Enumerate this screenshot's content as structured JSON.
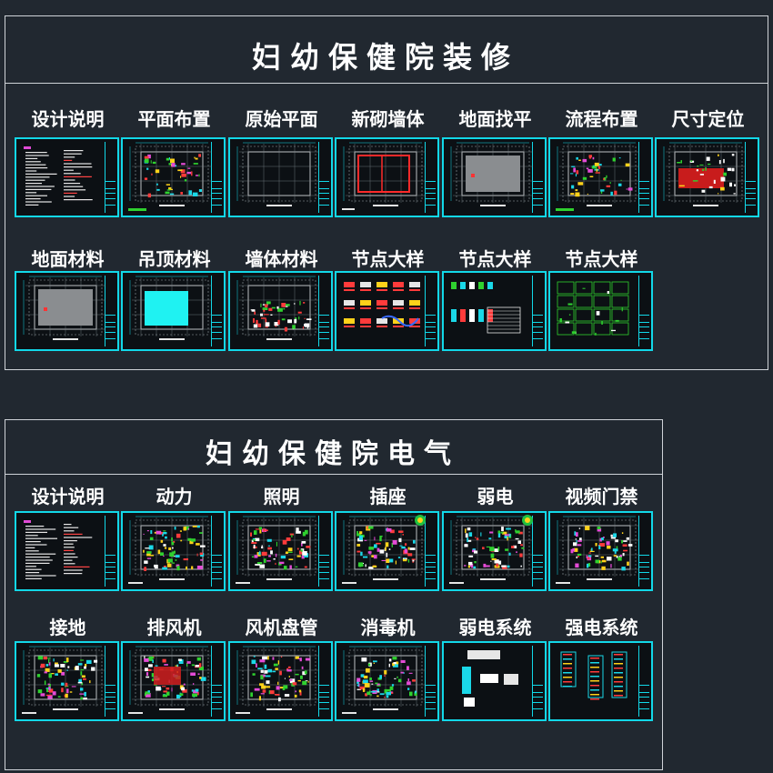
{
  "sections": [
    {
      "title": "妇幼保健院装修",
      "sheets": [
        {
          "label": "设计说明",
          "kind": "notes"
        },
        {
          "label": "平面布置",
          "kind": "plan-furnished"
        },
        {
          "label": "原始平面",
          "kind": "plan-empty"
        },
        {
          "label": "新砌墙体",
          "kind": "plan-redwalls"
        },
        {
          "label": "地面找平",
          "kind": "plan-grayfloor"
        },
        {
          "label": "流程布置",
          "kind": "plan-furnished"
        },
        {
          "label": "尺寸定位",
          "kind": "plan-redfill"
        },
        {
          "label": "地面材料",
          "kind": "plan-grayfloor"
        },
        {
          "label": "吊顶材料",
          "kind": "plan-cyanfill"
        },
        {
          "label": "墙体材料",
          "kind": "plan-greenwalls"
        },
        {
          "label": "节点大样",
          "kind": "details-a"
        },
        {
          "label": "节点大样",
          "kind": "details-b"
        },
        {
          "label": "节点大样",
          "kind": "details-c"
        }
      ]
    },
    {
      "title": "妇幼保健院电气",
      "sheets": [
        {
          "label": "设计说明",
          "kind": "notes"
        },
        {
          "label": "动力",
          "kind": "plan-electric"
        },
        {
          "label": "照明",
          "kind": "plan-electric"
        },
        {
          "label": "插座",
          "kind": "plan-electric-badge"
        },
        {
          "label": "弱电",
          "kind": "plan-electric-badge"
        },
        {
          "label": "视频门禁",
          "kind": "plan-electric"
        },
        {
          "label": "接地",
          "kind": "plan-electric"
        },
        {
          "label": "排风机",
          "kind": "plan-electric-red"
        },
        {
          "label": "风机盘管",
          "kind": "plan-electric"
        },
        {
          "label": "消毒机",
          "kind": "plan-electric"
        },
        {
          "label": "弱电系统",
          "kind": "system-weak"
        },
        {
          "label": "强电系统",
          "kind": "system-strong"
        }
      ]
    }
  ],
  "colors": {
    "background": "#212830",
    "sheet_border": "#12d8e8",
    "frame": "#cfd3d8",
    "title_text": "#ffffff"
  }
}
